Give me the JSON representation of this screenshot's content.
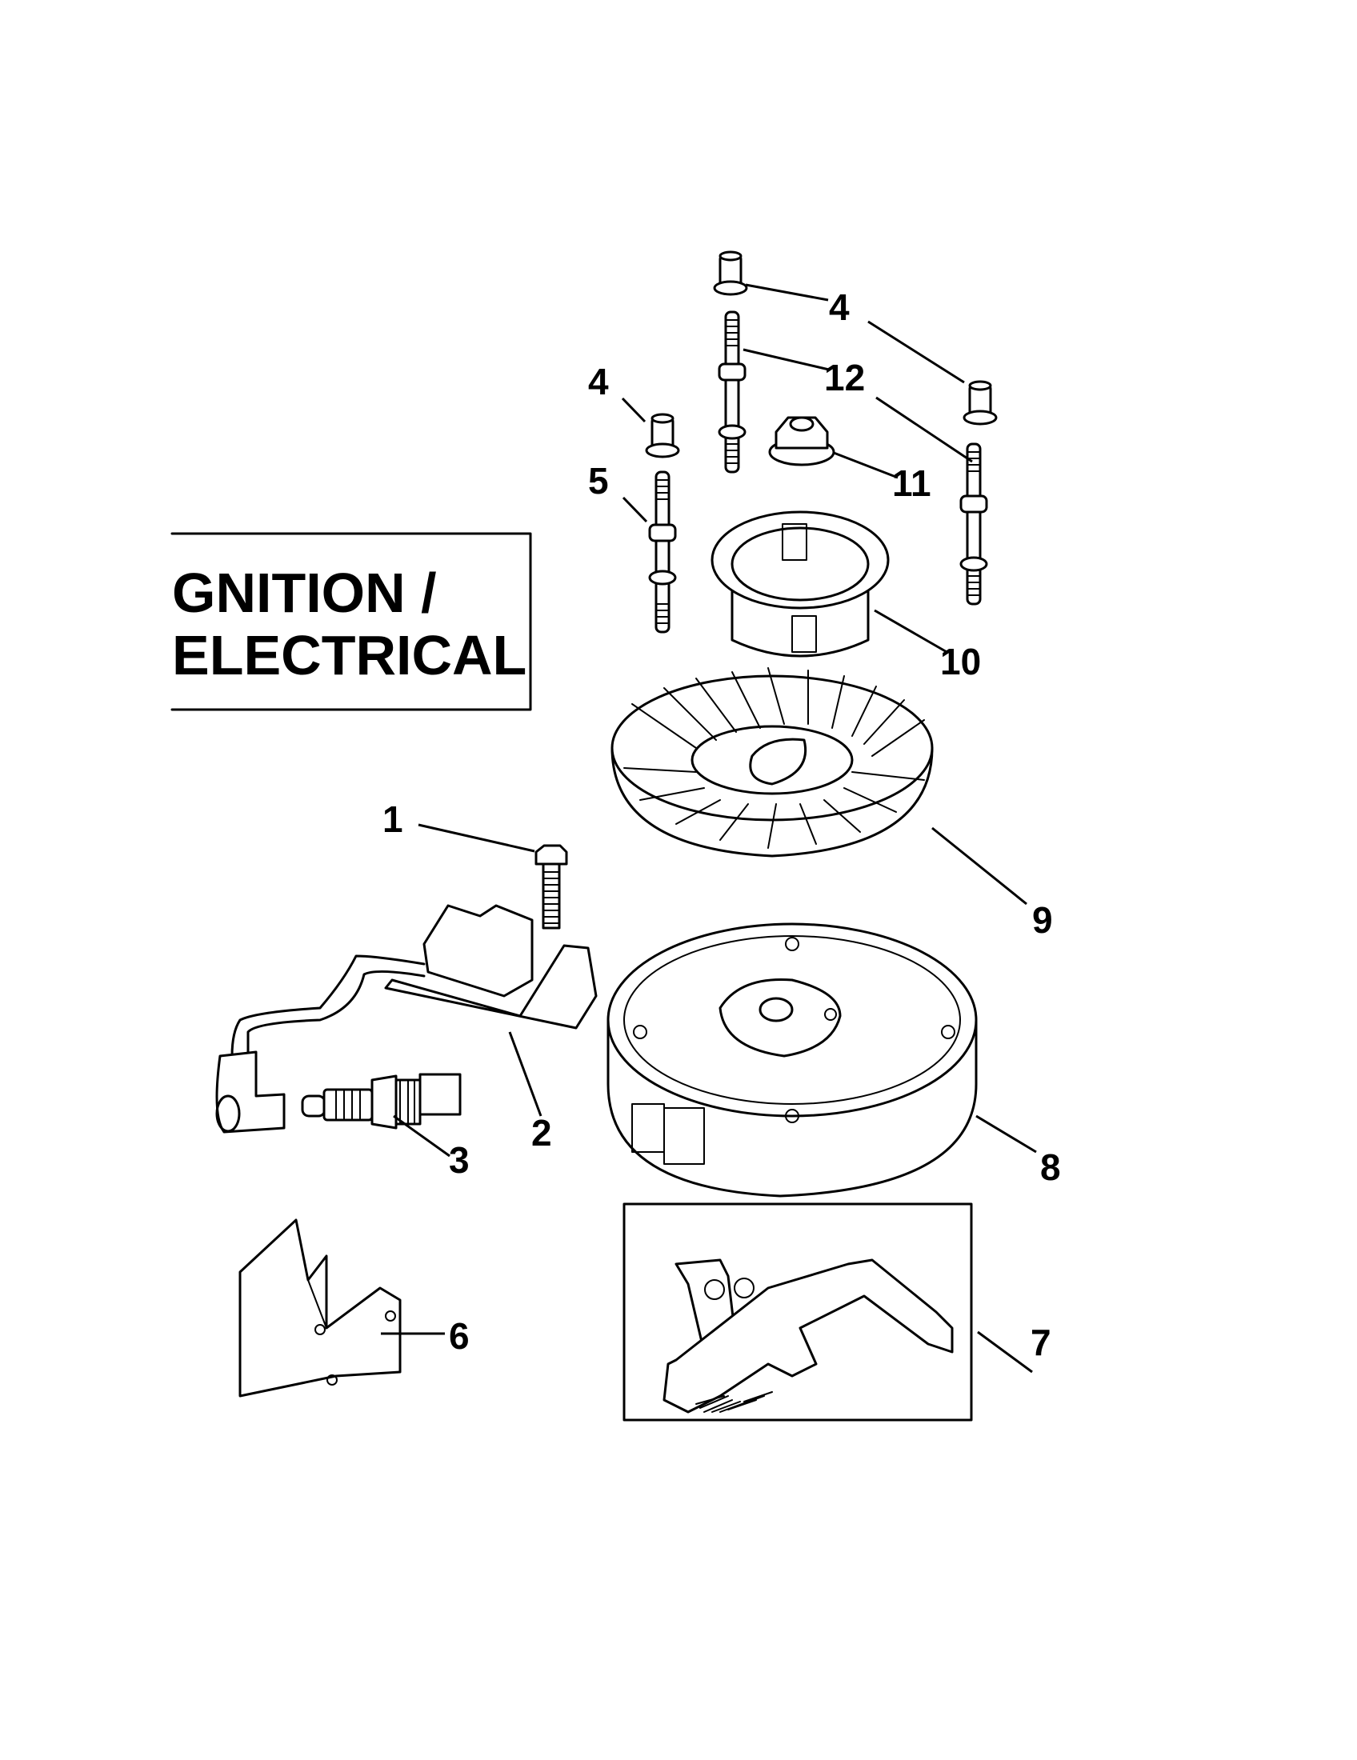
{
  "title": {
    "line1": "GNITION /",
    "line2": "ELECTRICAL"
  },
  "parts": [
    {
      "id": "part-1",
      "number": "1",
      "name": "bolt"
    },
    {
      "id": "part-2",
      "number": "2",
      "name": "ignition-coil"
    },
    {
      "id": "part-3",
      "number": "3",
      "name": "spark-plug"
    },
    {
      "id": "part-4a",
      "number": "4",
      "name": "spacer-top"
    },
    {
      "id": "part-4b",
      "number": "4",
      "name": "spacer-left"
    },
    {
      "id": "part-5",
      "number": "5",
      "name": "stud-left"
    },
    {
      "id": "part-6",
      "number": "6",
      "name": "shield-bracket"
    },
    {
      "id": "part-7",
      "number": "7",
      "name": "governor-bracket-assembly"
    },
    {
      "id": "part-8",
      "number": "8",
      "name": "flywheel"
    },
    {
      "id": "part-9",
      "number": "9",
      "name": "fan"
    },
    {
      "id": "part-10",
      "number": "10",
      "name": "starter-cup"
    },
    {
      "id": "part-11",
      "number": "11",
      "name": "flange-nut"
    },
    {
      "id": "part-12",
      "number": "12",
      "name": "stud"
    }
  ]
}
